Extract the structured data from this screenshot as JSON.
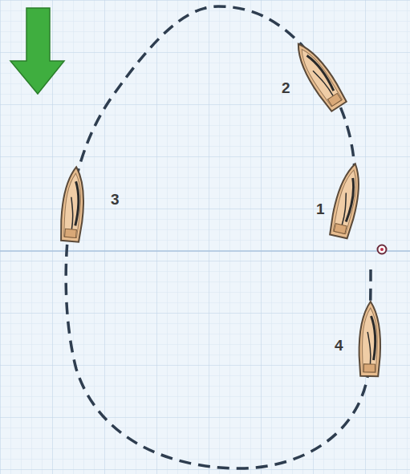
{
  "diagram": {
    "labels": [
      "2",
      "3",
      "1",
      "4"
    ]
  }
}
